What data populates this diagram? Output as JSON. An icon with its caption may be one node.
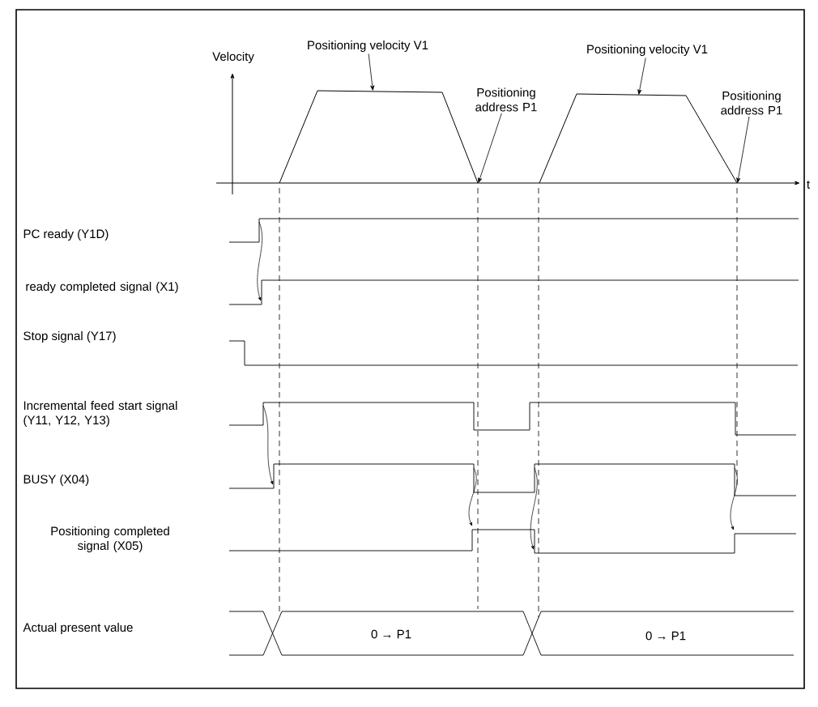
{
  "diagram": {
    "nodes": [
      {
        "text": [
          "Positioning velocity V1"
        ]
      },
      {
        "text": [
          "Positioning address P1"
        ]
      },
      {
        "text": [
          "Positioning velocity V1"
        ]
      },
      {
        "text": [
          "Positioning address P1"
        ]
      },
      {
        "text": [],
        "shape": "trapezoid"
      },
      {
        "text": [],
        "shape": "trapezoid"
      }
    ],
    "edges": [
      {
        "from": 0,
        "to": 4,
        "arrow": "to"
      },
      {
        "from": 1,
        "to": 4,
        "arrow": "to"
      },
      {
        "from": 2,
        "to": 5,
        "arrow": "to"
      },
      {
        "from": 3,
        "to": 5,
        "arrow": "to"
      }
    ],
    "labels": [
      "Velocity",
      "t",
      "PC ready (Y1D)",
      "ready completed signal (X1)",
      "Stop signal (Y17)",
      "Incremental feed start signal (Y11, Y12, Y13)",
      "BUSY (X04)",
      "Positioning completed signal (X05)",
      "Actual present value",
      "0 → P1",
      "0 → P1"
    ]
  }
}
